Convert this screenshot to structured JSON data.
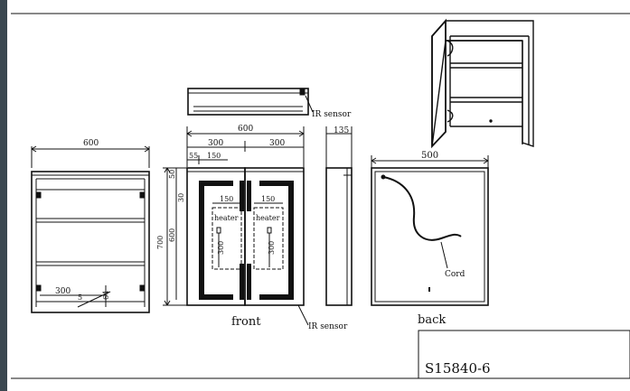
{
  "views": {
    "top": {
      "ir_sensor": "IR sensor"
    },
    "side_left": {
      "width": "600",
      "dim_300": "300",
      "dim_5": "5",
      "dim_64": "64"
    },
    "front": {
      "label": "front",
      "total_width": "600",
      "half_left": "300",
      "half_right": "300",
      "dim_55": "55",
      "dim_150_top": "150",
      "dim_50": "50",
      "dim_30": "30",
      "height_700": "700",
      "height_600": "600",
      "heater_left": {
        "label": "heater",
        "width": "150",
        "height": "300"
      },
      "heater_right": {
        "label": "heater",
        "width": "150",
        "height": "300"
      },
      "ir_sensor": "IR sensor"
    },
    "side": {
      "depth": "135"
    },
    "back": {
      "label": "back",
      "width": "500",
      "cord": "Cord"
    }
  },
  "title_block": {
    "model": "S15840-6"
  }
}
